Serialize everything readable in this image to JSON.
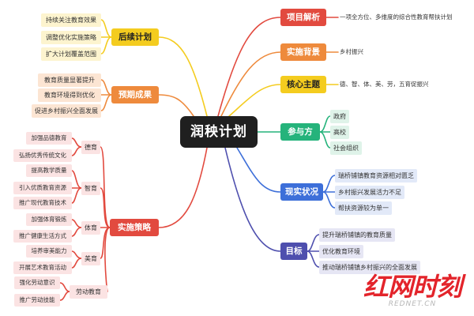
{
  "center": {
    "title": "润秧计划"
  },
  "colors": {
    "red": "#e24a3f",
    "orange": "#ee8a3c",
    "yellow": "#f4cc1f",
    "green": "#25b37b",
    "blue": "#3d6fd9",
    "indigo": "#4e4fae",
    "center_bg": "#1f1f1f"
  },
  "right": {
    "project": {
      "title": "项目解析",
      "note": "一项全方位、多维度的综合性教育帮扶计划"
    },
    "background": {
      "title": "实施背景",
      "note": "乡村振兴"
    },
    "theme": {
      "title": "核心主题",
      "note": "德、智、体、美、劳，五育促振兴"
    },
    "participants": {
      "title": "参与方",
      "items": [
        "政府",
        "高校",
        "社会组织"
      ]
    },
    "status": {
      "title": "现实状况",
      "items": [
        "瑞桥铺镇教育资源相对匮乏",
        "乡村振兴发展活力不足",
        "帮扶资源较为单一"
      ]
    },
    "goals": {
      "title": "目标",
      "items": [
        "提升瑞桥铺镇的教育质量",
        "优化教育环境",
        "推动瑞桥铺镇乡村振兴的全面发展"
      ]
    }
  },
  "left": {
    "followup": {
      "title": "后续计划",
      "items": [
        "持续关注教育效果",
        "调整优化实施策略",
        "扩大计划覆盖范围"
      ]
    },
    "results": {
      "title": "预期成果",
      "items": [
        "教育质量显著提升",
        "教育环境得到优化",
        "促进乡村振兴全面发展"
      ]
    },
    "strategy": {
      "title": "实施策略",
      "groups": [
        {
          "name": "德育",
          "items": [
            "加强品德教育",
            "弘扬优秀传统文化"
          ]
        },
        {
          "name": "智育",
          "items": [
            "提高教学质量",
            "引入优质教育资源",
            "推广现代教育技术"
          ]
        },
        {
          "name": "体育",
          "items": [
            "加强体育锻炼",
            "推广健康生活方式"
          ]
        },
        {
          "name": "美育",
          "items": [
            "培养审美能力",
            "开展艺术教育活动"
          ]
        },
        {
          "name": "劳动教育",
          "items": [
            "强化劳动意识",
            "推广劳动技能"
          ]
        }
      ]
    }
  },
  "watermark": {
    "main": "红网时刻",
    "sub": "REDNET.CN"
  }
}
